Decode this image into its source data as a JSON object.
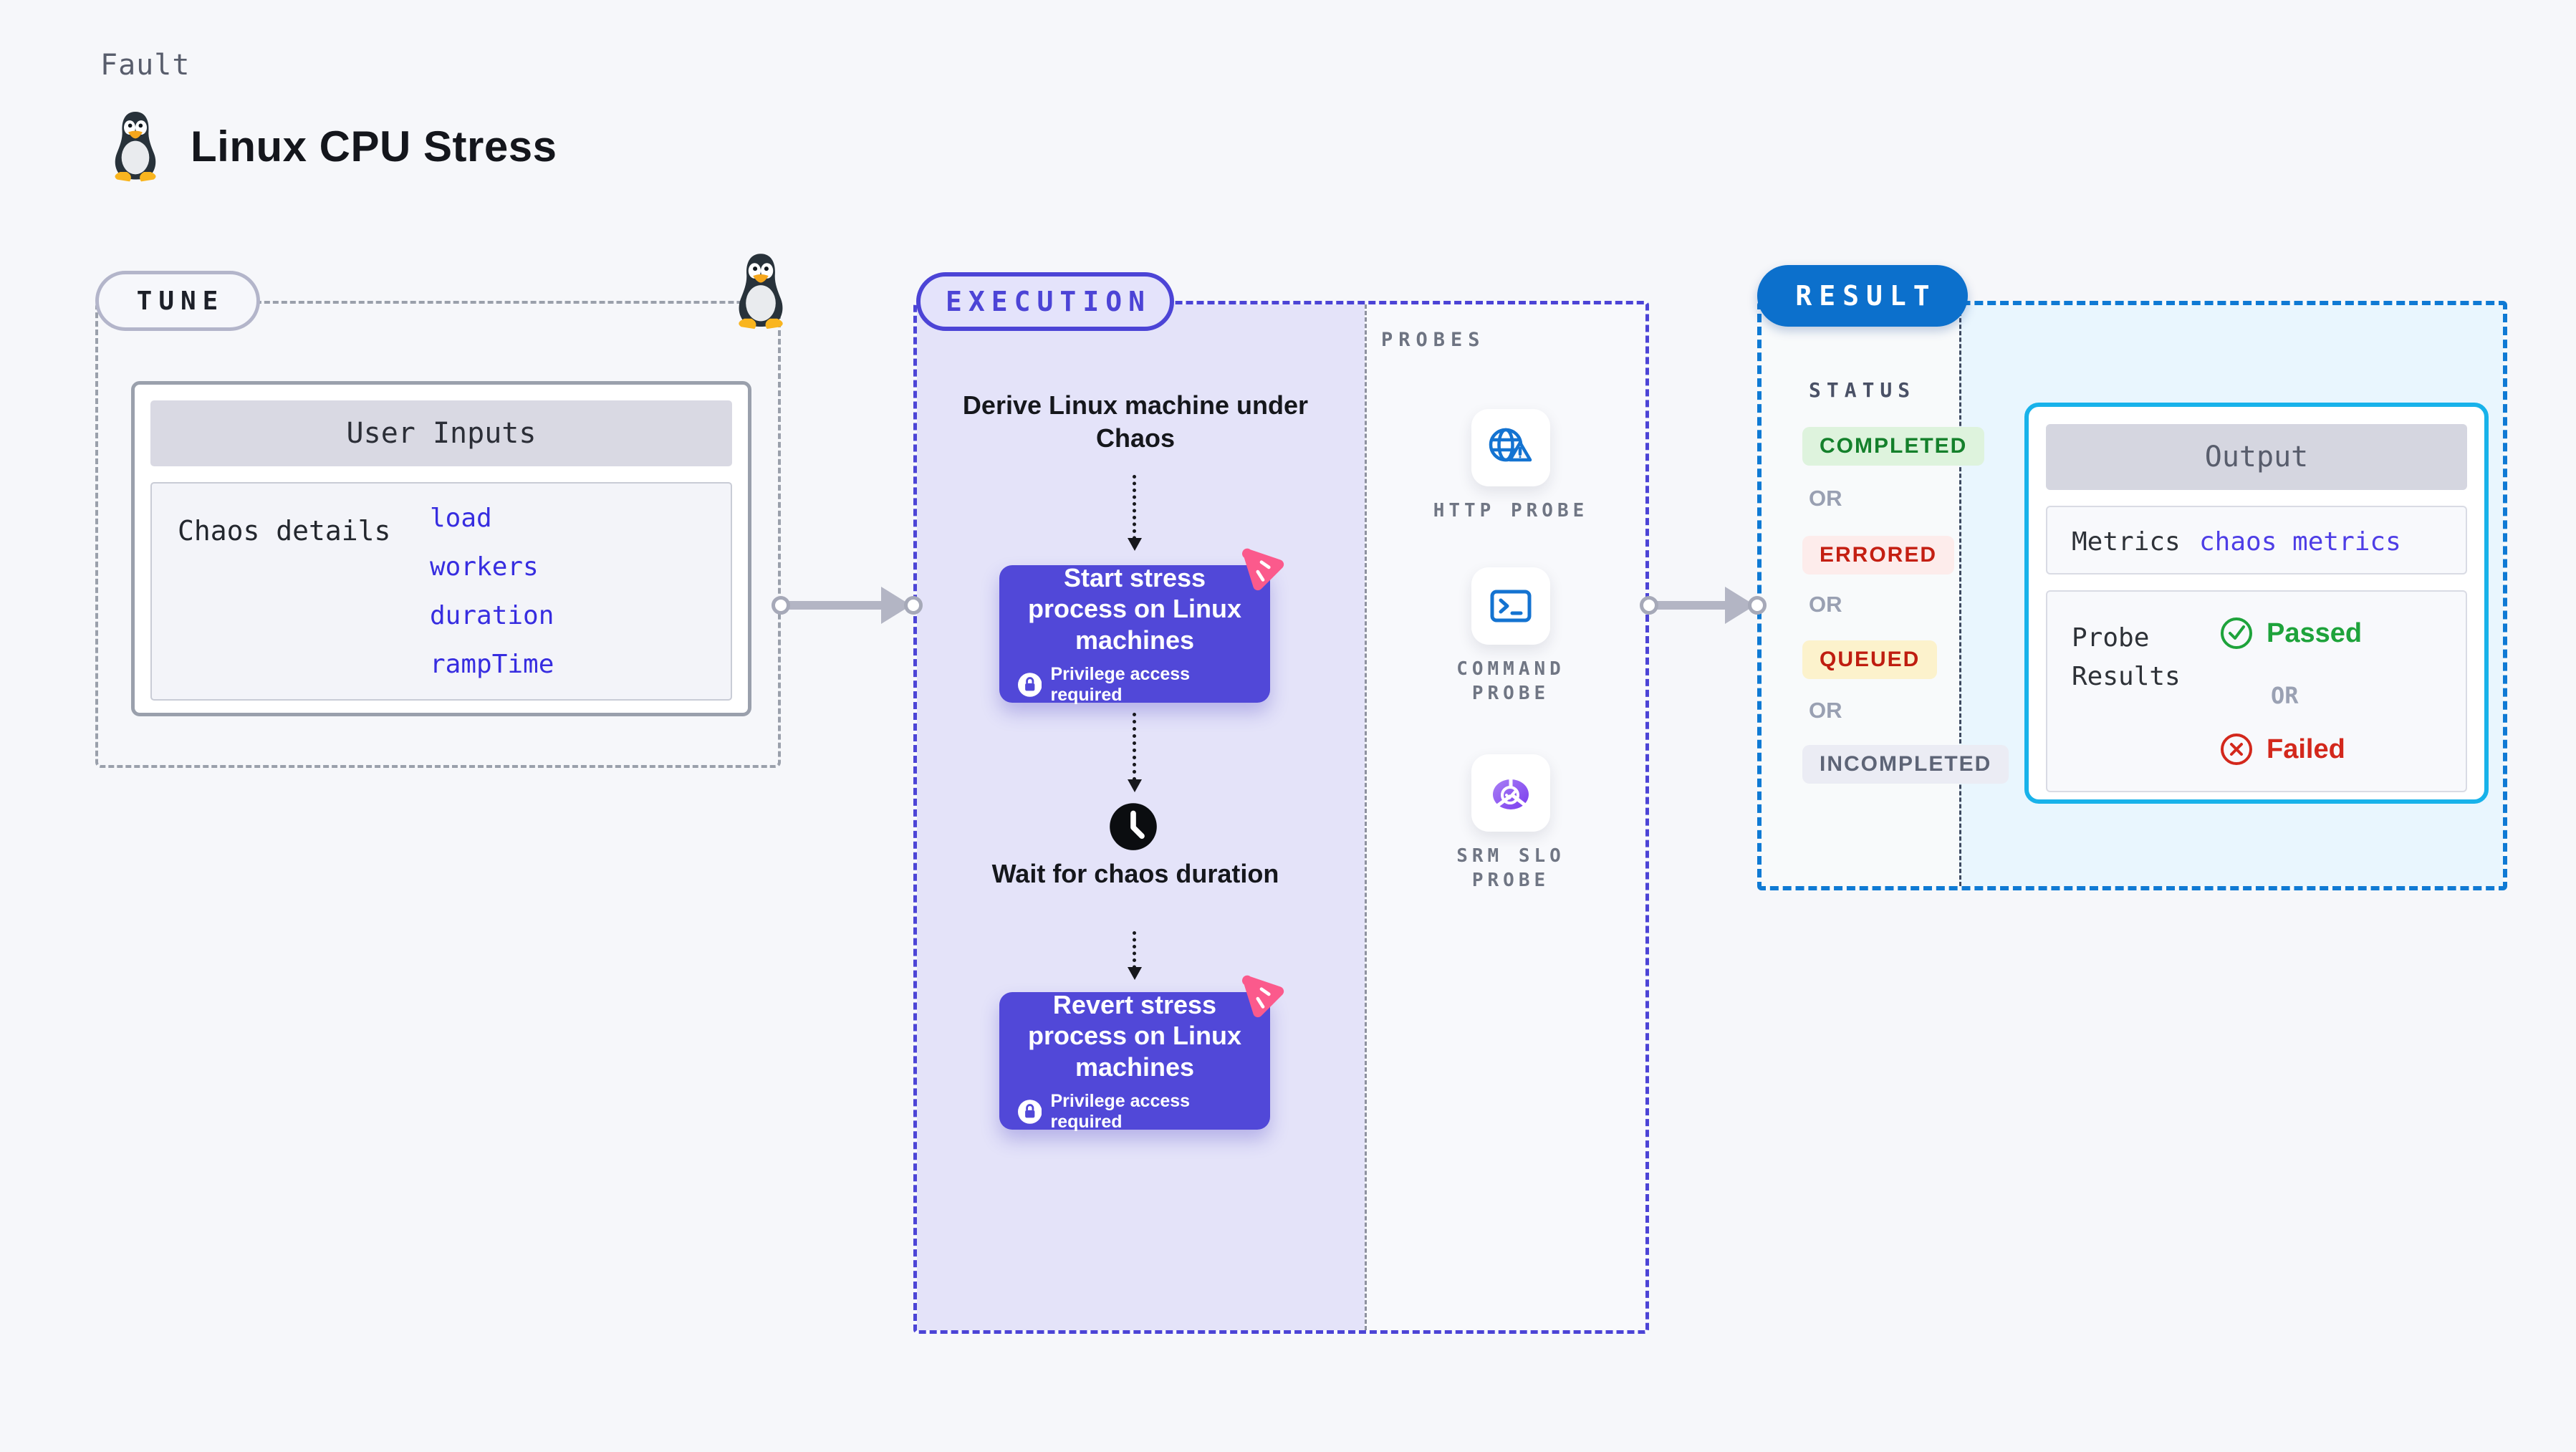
{
  "header": {
    "kicker": "Fault",
    "title": "Linux CPU Stress"
  },
  "tune": {
    "badge": "TUNE",
    "card_title": "User Inputs",
    "row_label": "Chaos details",
    "inputs": [
      "load",
      "workers",
      "duration",
      "rampTime"
    ]
  },
  "execution": {
    "badge": "EXECUTION",
    "derive_step": "Derive Linux machine under Chaos",
    "start_node": {
      "label": "Start stress process on Linux machines",
      "note": "Privilege access required"
    },
    "wait_step": "Wait for chaos duration",
    "revert_node": {
      "label": "Revert stress process on Linux machines",
      "note": "Privilege access required"
    }
  },
  "probes": {
    "heading": "PROBES",
    "items": [
      {
        "icon": "globe-alert-icon",
        "lines": [
          "HTTP PROBE",
          ""
        ]
      },
      {
        "icon": "terminal-icon",
        "lines": [
          "COMMAND",
          "PROBE"
        ]
      },
      {
        "icon": "slo-donut-icon",
        "lines": [
          "SRM SLO",
          "PROBE"
        ]
      }
    ]
  },
  "result": {
    "badge": "RESULT",
    "status_heading": "STATUS",
    "or": "OR",
    "statuses": [
      "COMPLETED",
      "ERRORED",
      "QUEUED",
      "INCOMPLETED"
    ],
    "output": {
      "title": "Output",
      "metrics_label": "Metrics",
      "metrics_value": "chaos metrics",
      "probe_results_label": "Probe Results",
      "passed": "Passed",
      "failed": "Failed"
    }
  },
  "colors": {
    "accent_indigo": "#4c44d6",
    "node_indigo": "#5148d8",
    "chaos_pink": "#fb5a8c",
    "probe_blue": "#1473d1",
    "result_blue": "#0c70cc",
    "output_cyan": "#18b2ea",
    "passed_green": "#1ea33b",
    "failed_red": "#d3281c",
    "completed_green": "#14802b",
    "errored_red": "#c41f12",
    "queued_red": "#bf1d10",
    "incompleted_gray": "#5d6476",
    "link_blue": "#372de0"
  }
}
